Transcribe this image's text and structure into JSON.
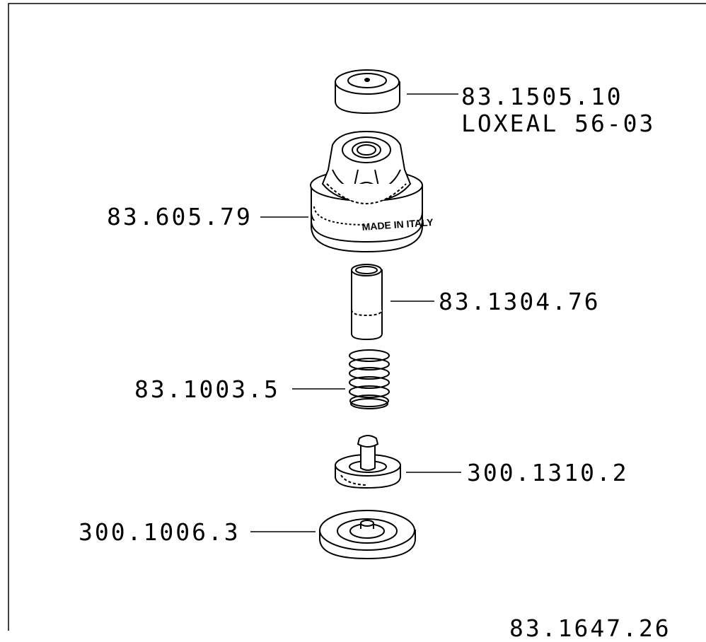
{
  "callouts": {
    "cap": {
      "part": "83.1505.10",
      "note": "LOXEAL 56-03"
    },
    "nut": {
      "part": "83.605.79"
    },
    "sleeve": {
      "part": "83.1304.76"
    },
    "spring": {
      "part": "83.1003.5"
    },
    "plug": {
      "part": "300.1310.2"
    },
    "disc": {
      "part": "300.1006.3"
    },
    "bottom": {
      "part": "83.1647.26"
    }
  },
  "nut_marking": "MADE IN ITALY",
  "colors": {
    "stroke": "#000000",
    "background": "#ffffff"
  }
}
